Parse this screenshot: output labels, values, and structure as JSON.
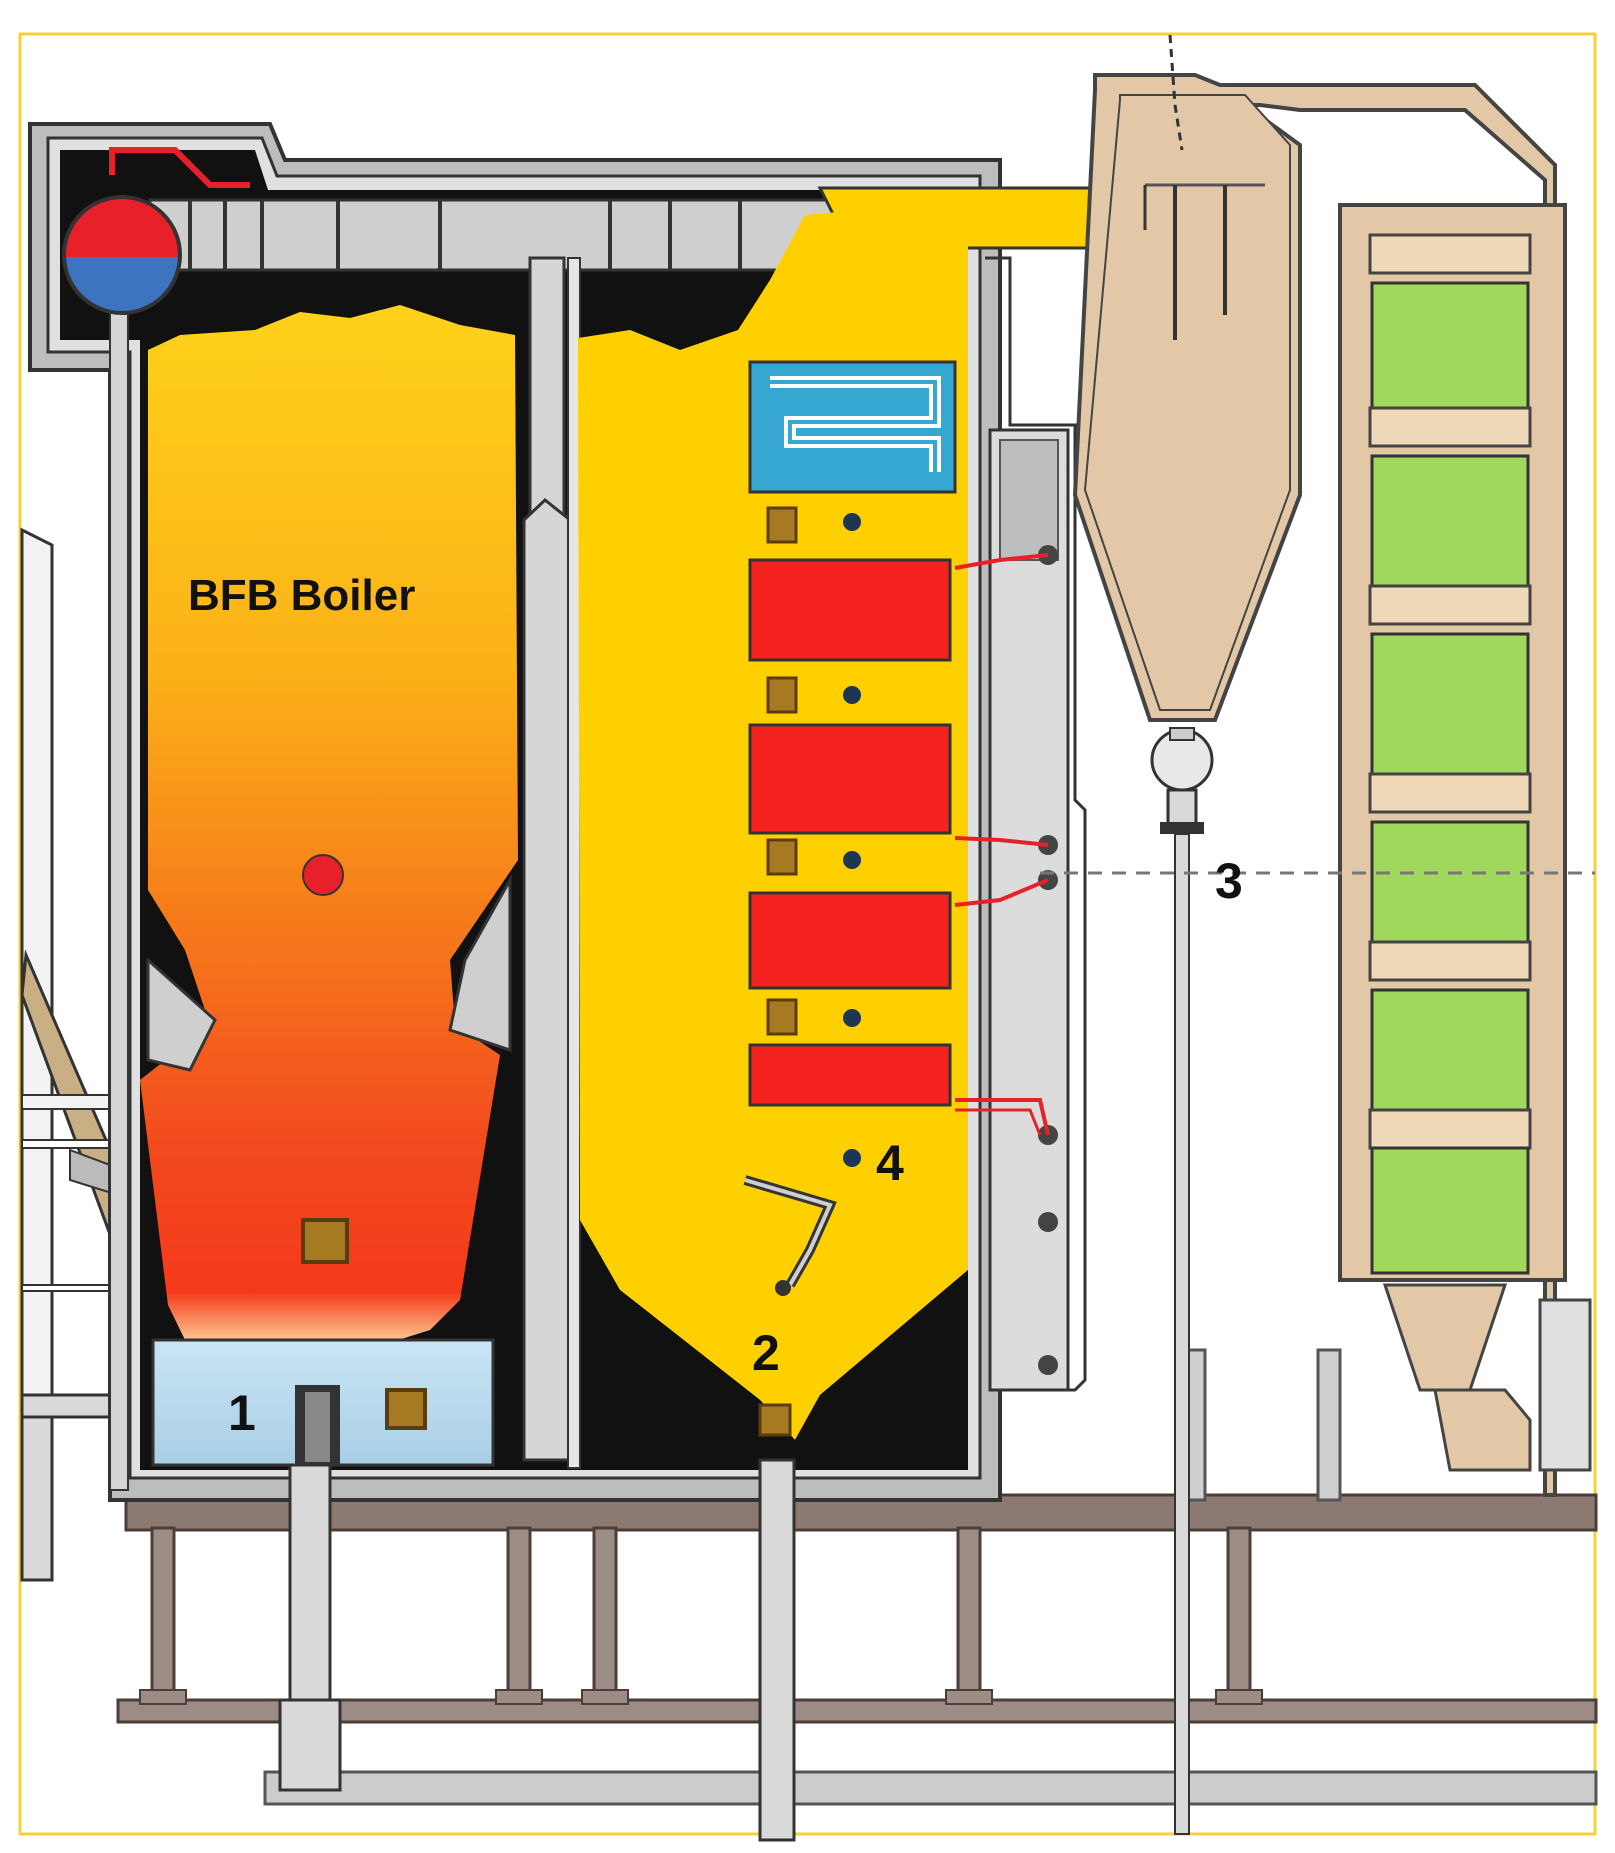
{
  "title": "BFB Boiler",
  "markers": {
    "m1": "1",
    "m2": "2",
    "m3": "3",
    "m4": "4"
  },
  "colors": {
    "frame_border": "#f3d13a",
    "casing": "#9a9a9a",
    "furnace_hot": "#f23a1e",
    "furnace_warm": "#fbb117",
    "flue_gas": "#ffd000",
    "heat_exchanger": "#f5231f",
    "economizer": "#35a7d1",
    "cyclone": "#e2c8a6",
    "filter_module": "#9fd85d",
    "structure": "#8c7a72",
    "steam_drum_top": "#e8202a",
    "steam_drum_bottom": "#3c74c0"
  }
}
